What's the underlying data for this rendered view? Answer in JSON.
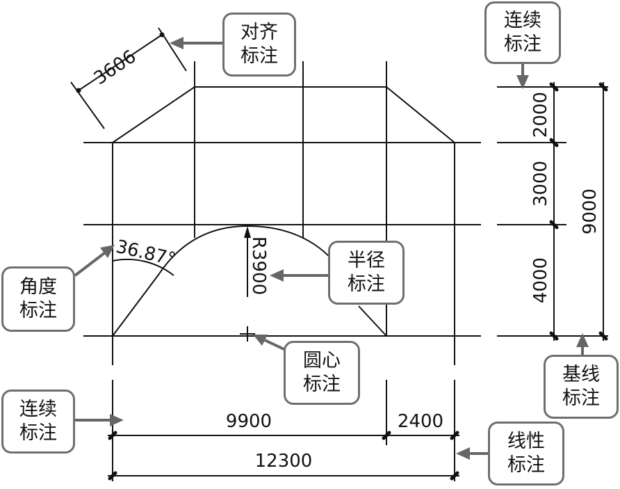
{
  "dimensions": {
    "aligned": "3606",
    "vertical_segments": [
      "2000",
      "3000",
      "4000"
    ],
    "vertical_total": "9000",
    "horizontal_segments": [
      "9900",
      "2400"
    ],
    "horizontal_total": "12300",
    "angle": "36.87°",
    "radius": "R3900"
  },
  "callouts": {
    "aligned": {
      "line1": "对齐",
      "line2": "标注"
    },
    "continuous_top": {
      "line1": "连续",
      "line2": "标注"
    },
    "angle": {
      "line1": "角度",
      "line2": "标注"
    },
    "radius": {
      "line1": "半径",
      "line2": "标注"
    },
    "center": {
      "line1": "圆心",
      "line2": "标注"
    },
    "baseline": {
      "line1": "基线",
      "line2": "标注"
    },
    "continuous_bottom": {
      "line1": "连续",
      "line2": "标注"
    },
    "linear": {
      "line1": "线性",
      "line2": "标注"
    }
  }
}
